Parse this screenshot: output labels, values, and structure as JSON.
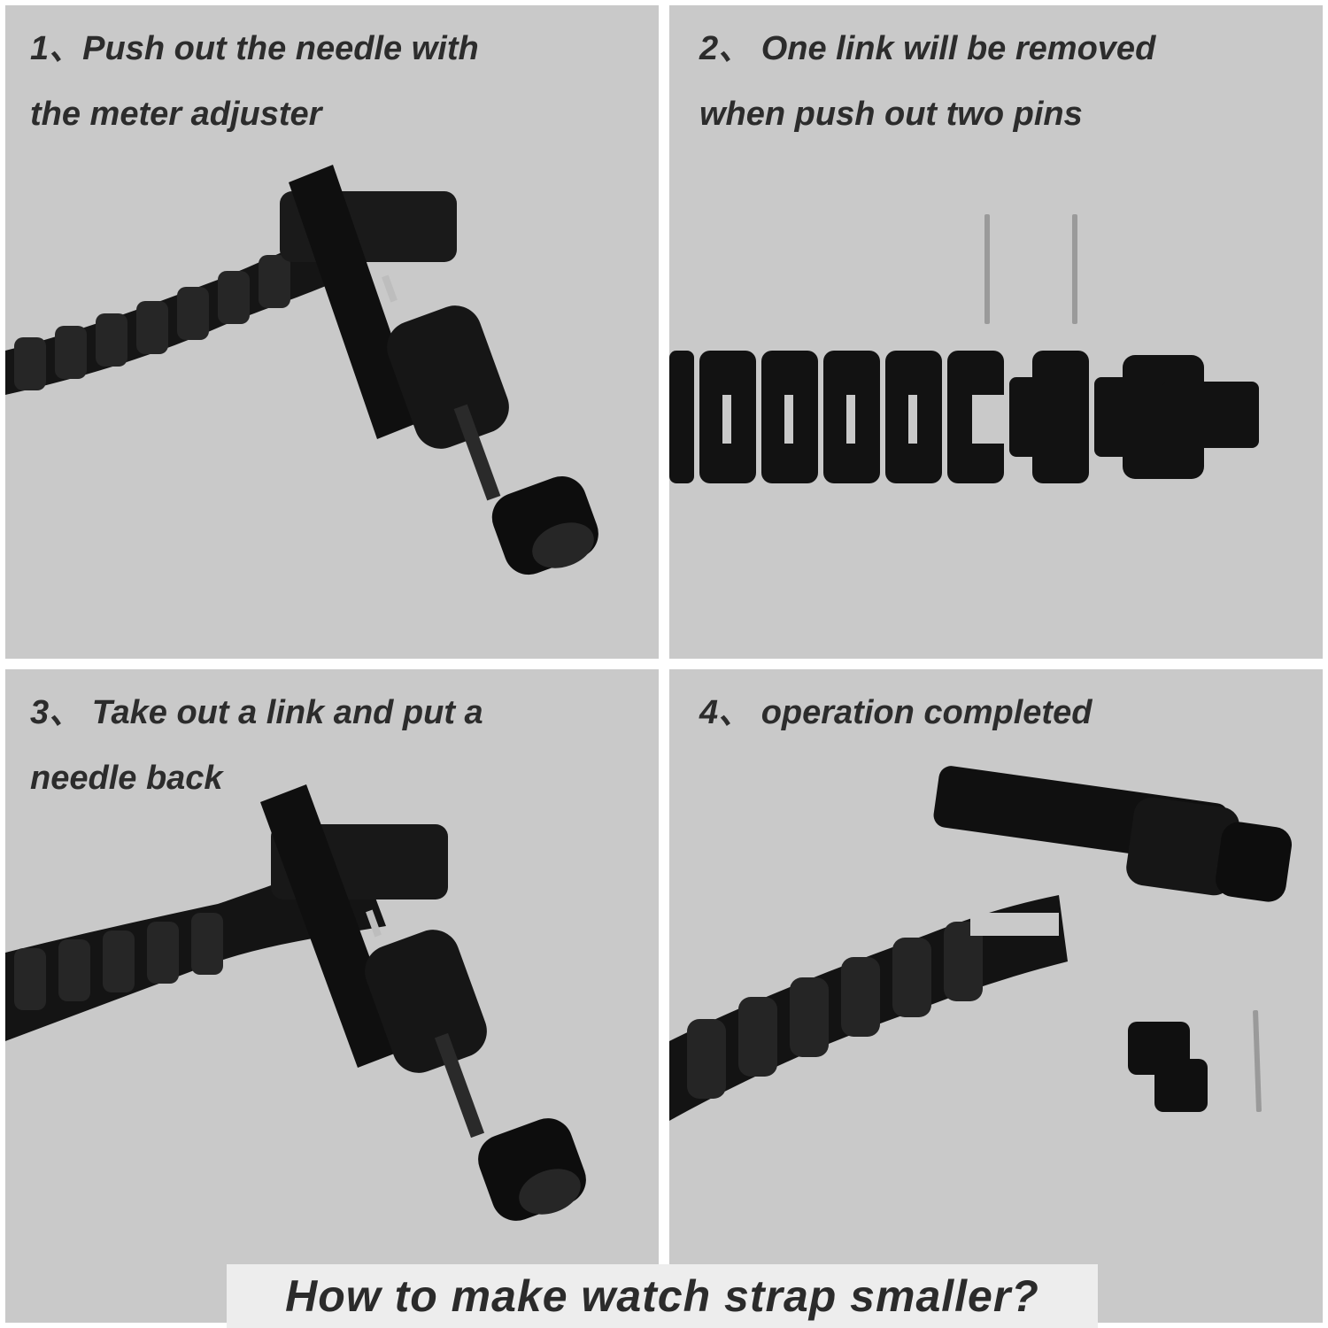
{
  "steps": [
    {
      "number": "1、",
      "text_line1": "Push out the needle with",
      "text_line2": "the meter adjuster"
    },
    {
      "number": "2、",
      "text_line1": "One link will be removed",
      "text_line2": "when push out two pins"
    },
    {
      "number": "3、",
      "text_line1": " Take out a link and put a",
      "text_line2": "needle back"
    },
    {
      "number": "4、",
      "text_line1": "operation completed",
      "text_line2": ""
    }
  ],
  "footer": {
    "title": "How to make watch strap smaller?"
  },
  "colors": {
    "panel_bg": "#c9c9c9",
    "caption_text": "#2c2c2c",
    "footer_bg": "#ededed",
    "metal": "#111111",
    "pin": "#9a9a9a"
  },
  "icons": [
    "link-pin-tool-icon",
    "watch-strap-icon",
    "pin-icon",
    "removed-link-icon"
  ]
}
